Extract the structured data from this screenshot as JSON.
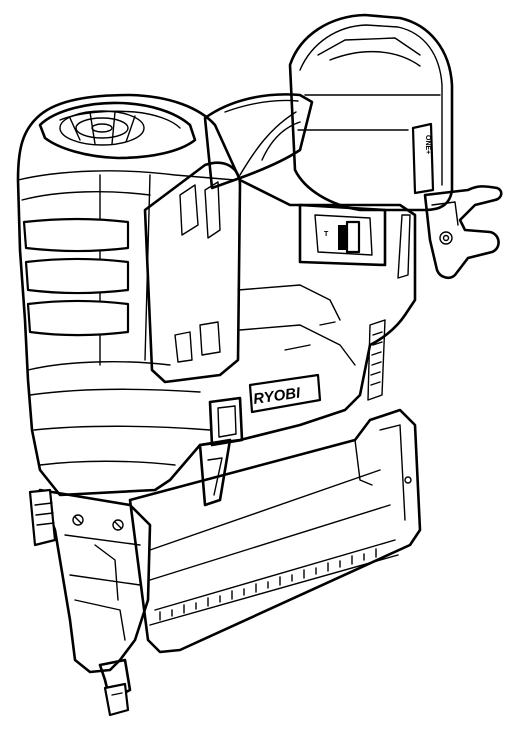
{
  "illustration": {
    "brand_logo": "RYOBI",
    "battery_label": "ONE+",
    "switch_label": "T"
  },
  "colors": {
    "line": "#000000",
    "background": "#ffffff"
  }
}
